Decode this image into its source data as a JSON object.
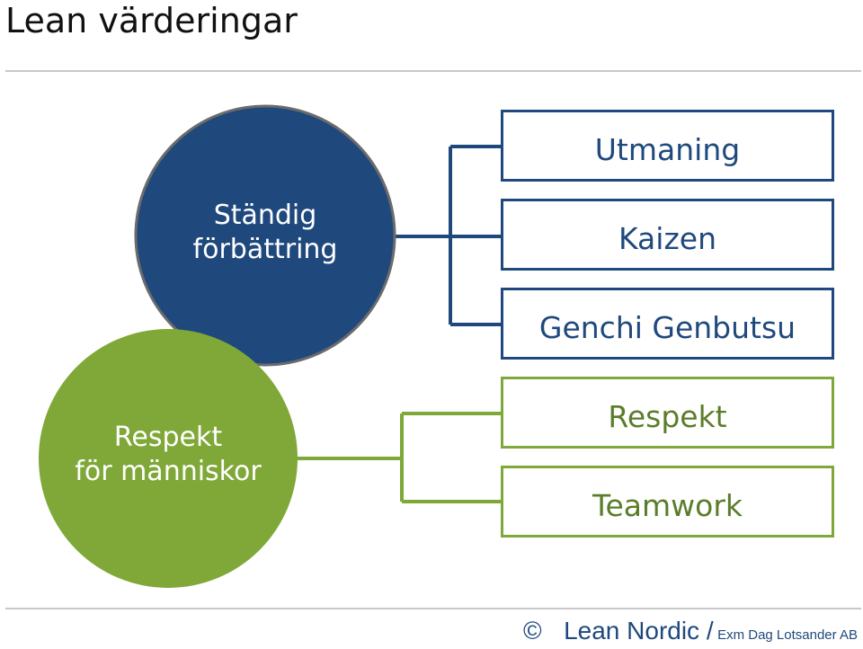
{
  "slide": {
    "title": "Lean värderingar"
  },
  "colors": {
    "blue": "#1f497d",
    "green": "#7fa838",
    "rule": "#c8c8c8"
  },
  "diagram": {
    "circle_top": {
      "line1": "Ständig",
      "line2": "förbättring"
    },
    "circle_bottom": {
      "line1": "Respekt",
      "line2": "för människor"
    },
    "blue_boxes": [
      "Utmaning",
      "Kaizen",
      "Genchi Genbutsu"
    ],
    "green_boxes": [
      "Respekt",
      "Teamwork"
    ]
  },
  "footer": {
    "copyright": "©",
    "company": "Lean Nordic /",
    "credit": "Exm Dag Lotsander AB"
  }
}
